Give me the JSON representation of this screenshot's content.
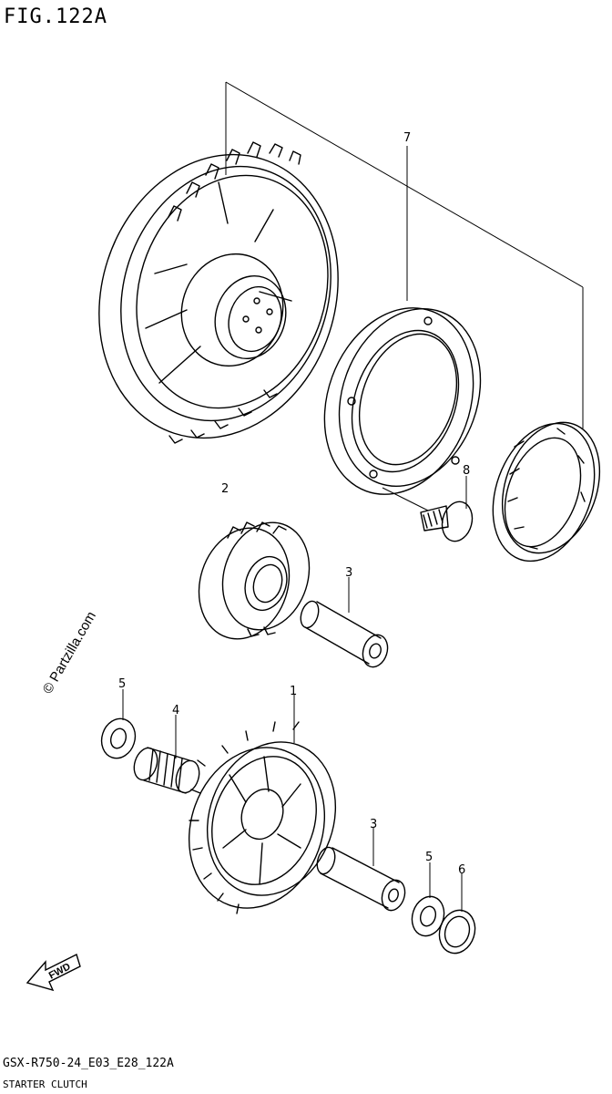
{
  "figure": {
    "title": "FIG.122A"
  },
  "watermark": "© Partzilla.com",
  "fwd_label": "FWD",
  "callouts": {
    "p1": "1",
    "p2": "2",
    "p3a": "3",
    "p3b": "3",
    "p4": "4",
    "p5a": "5",
    "p5b": "5",
    "p6": "6",
    "p7": "7",
    "p8": "8"
  },
  "footer": {
    "code": "GSX-R750-24_E03_E28_122A",
    "section": "STARTER CLUTCH"
  }
}
